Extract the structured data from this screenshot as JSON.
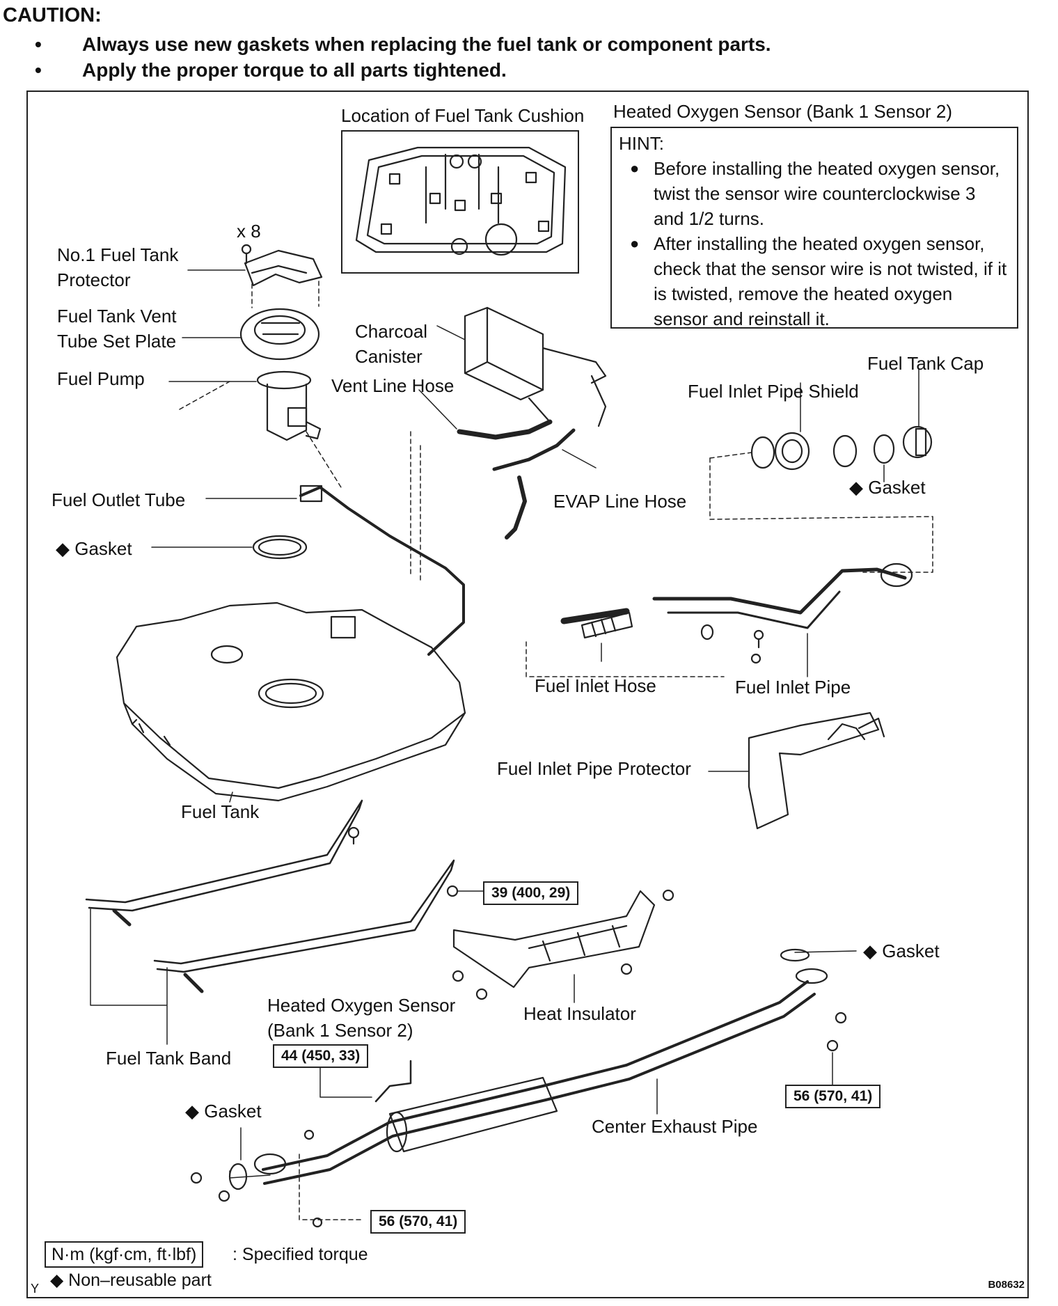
{
  "caution": {
    "title": "CAUTION:",
    "items": [
      "Always use new gaskets when replacing the fuel tank or component parts.",
      "Apply the proper torque to all parts tightened."
    ]
  },
  "cushion_label": "Location of Fuel Tank Cushion",
  "sensor_heading": "Heated Oxygen Sensor (Bank 1 Sensor 2)",
  "hint": {
    "title": "HINT:",
    "items": [
      "Before installing the heated oxygen sensor, twist the sensor wire counterclockwise 3 and 1/2 turns.",
      "After installing the heated oxygen sensor, check that the sensor wire is not twisted, if it is twisted, remove the heated oxygen sensor and reinstall it."
    ]
  },
  "labels": {
    "x8": "x 8",
    "protector_line1": "No.1 Fuel Tank",
    "protector_line2": "Protector",
    "vent_plate_line1": "Fuel Tank Vent",
    "vent_plate_line2": "Tube Set Plate",
    "fuel_pump": "Fuel Pump",
    "charcoal_line1": "Charcoal",
    "charcoal_line2": "Canister",
    "vent_line_hose": "Vent Line Hose",
    "fuel_tank_cap": "Fuel Tank Cap",
    "inlet_shield": "Fuel Inlet Pipe Shield",
    "gasket_a": "◆ Gasket",
    "fuel_outlet_tube": "Fuel Outlet Tube",
    "evap_line_hose": "EVAP Line Hose",
    "gasket_b": "◆ Gasket",
    "fuel_inlet_hose": "Fuel Inlet Hose",
    "fuel_inlet_pipe": "Fuel Inlet Pipe",
    "inlet_protector": "Fuel Inlet Pipe Protector",
    "fuel_tank": "Fuel Tank",
    "heat_insulator": "Heat Insulator",
    "gasket_c": "◆ Gasket",
    "sensor_line1": "Heated Oxygen Sensor",
    "sensor_line2": "(Bank 1 Sensor 2)",
    "fuel_tank_band": "Fuel Tank Band",
    "gasket_d": "◆ Gasket",
    "center_exhaust": "Center Exhaust Pipe"
  },
  "torques": {
    "t1": "39 (400, 29)",
    "t2": "44 (450, 33)",
    "t3": "56 (570, 41)",
    "t4": "56 (570, 41)"
  },
  "legend": {
    "unit": "N·m (kgf·cm, ft·lbf)",
    "unit_desc": ": Specified torque",
    "nonreuse": "◆ Non–reusable part",
    "corner_mark": "Y"
  },
  "figure_code": "B08632"
}
